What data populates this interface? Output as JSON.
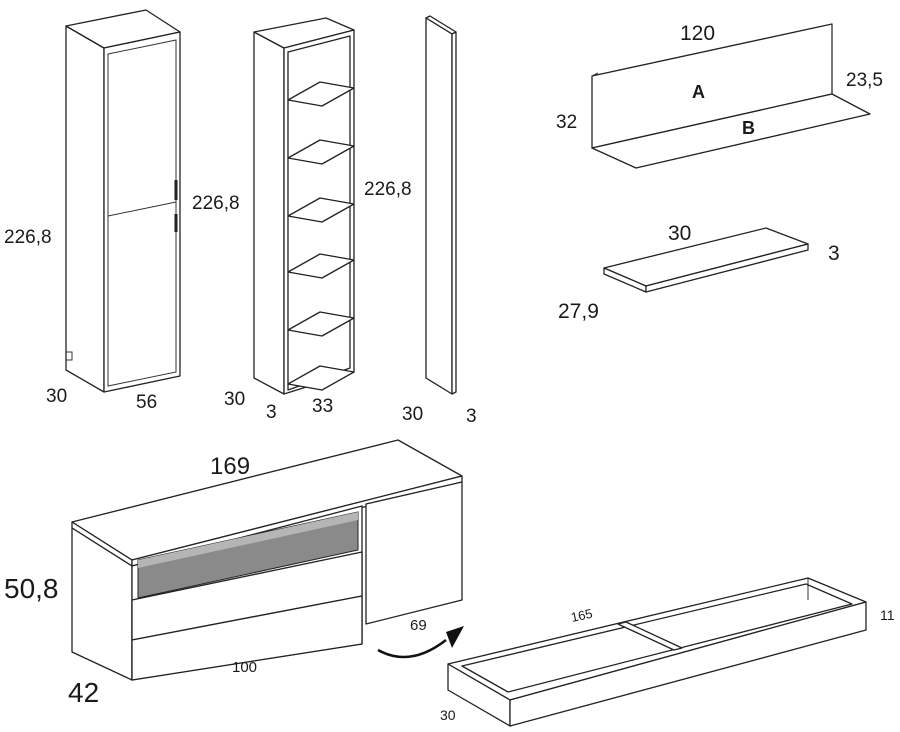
{
  "tall_cabinet": {
    "height": "226,8",
    "depth": "30",
    "width": "56"
  },
  "bookcase": {
    "height": "226,8",
    "depth": "30",
    "panel": "3",
    "width": "33"
  },
  "side_panel": {
    "height": "226,8",
    "depth": "30",
    "thickness": "3"
  },
  "wall_shelf": {
    "width": "120",
    "height": "32",
    "depth": "23,5",
    "label_a": "A",
    "label_b": "B"
  },
  "small_shelf": {
    "width": "30",
    "thickness": "3",
    "depth": "27,9"
  },
  "tv_unit": {
    "top_width": "169",
    "height": "50,8",
    "depth": "42",
    "base_width": "100",
    "side_width": "69"
  },
  "base_frame": {
    "length": "165",
    "height": "11",
    "depth": "30"
  }
}
